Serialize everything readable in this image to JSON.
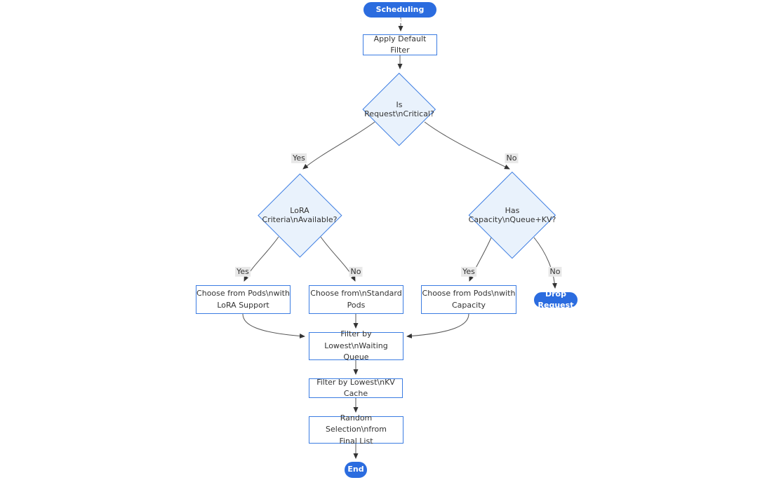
{
  "colors": {
    "accent_blue": "#2b6cdf",
    "node_border_blue": "#3b7ce2",
    "diamond_fill": "#e9f2fc",
    "edge_gray": "#555555",
    "edge_label_bg": "#e8e8e8",
    "text": "#333333"
  },
  "nodes": {
    "start": {
      "label": "Start Scheduling Request"
    },
    "apply_filter": {
      "lines": [
        "Apply Default Filter"
      ]
    },
    "is_critical": {
      "lines": [
        "Is Request\\nCritical?"
      ]
    },
    "lora_criteria": {
      "lines": [
        "LoRA Criteria\\nAvailable?"
      ]
    },
    "has_capacity": {
      "lines": [
        "Has Capacity\\nQueue+KV?"
      ]
    },
    "choose_lora": {
      "lines": [
        "Choose from Pods\\nwith",
        "LoRA Support"
      ]
    },
    "choose_standard": {
      "lines": [
        "Choose from\\nStandard",
        "Pods"
      ]
    },
    "choose_capacity": {
      "lines": [
        "Choose from Pods\\nwith",
        "Capacity"
      ]
    },
    "drop_request": {
      "label": "Drop Request"
    },
    "filter_waiting": {
      "lines": [
        "Filter by Lowest\\nWaiting",
        "Queue"
      ]
    },
    "filter_kv": {
      "lines": [
        "Filter by Lowest\\nKV Cache"
      ]
    },
    "random_selection": {
      "lines": [
        "Random Selection\\nfrom",
        "Final List"
      ]
    },
    "end": {
      "label": "End"
    }
  },
  "edge_labels": {
    "critical_yes": "Yes",
    "critical_no": "No",
    "lora_yes": "Yes",
    "lora_no": "No",
    "capacity_yes": "Yes",
    "capacity_no": "No"
  }
}
